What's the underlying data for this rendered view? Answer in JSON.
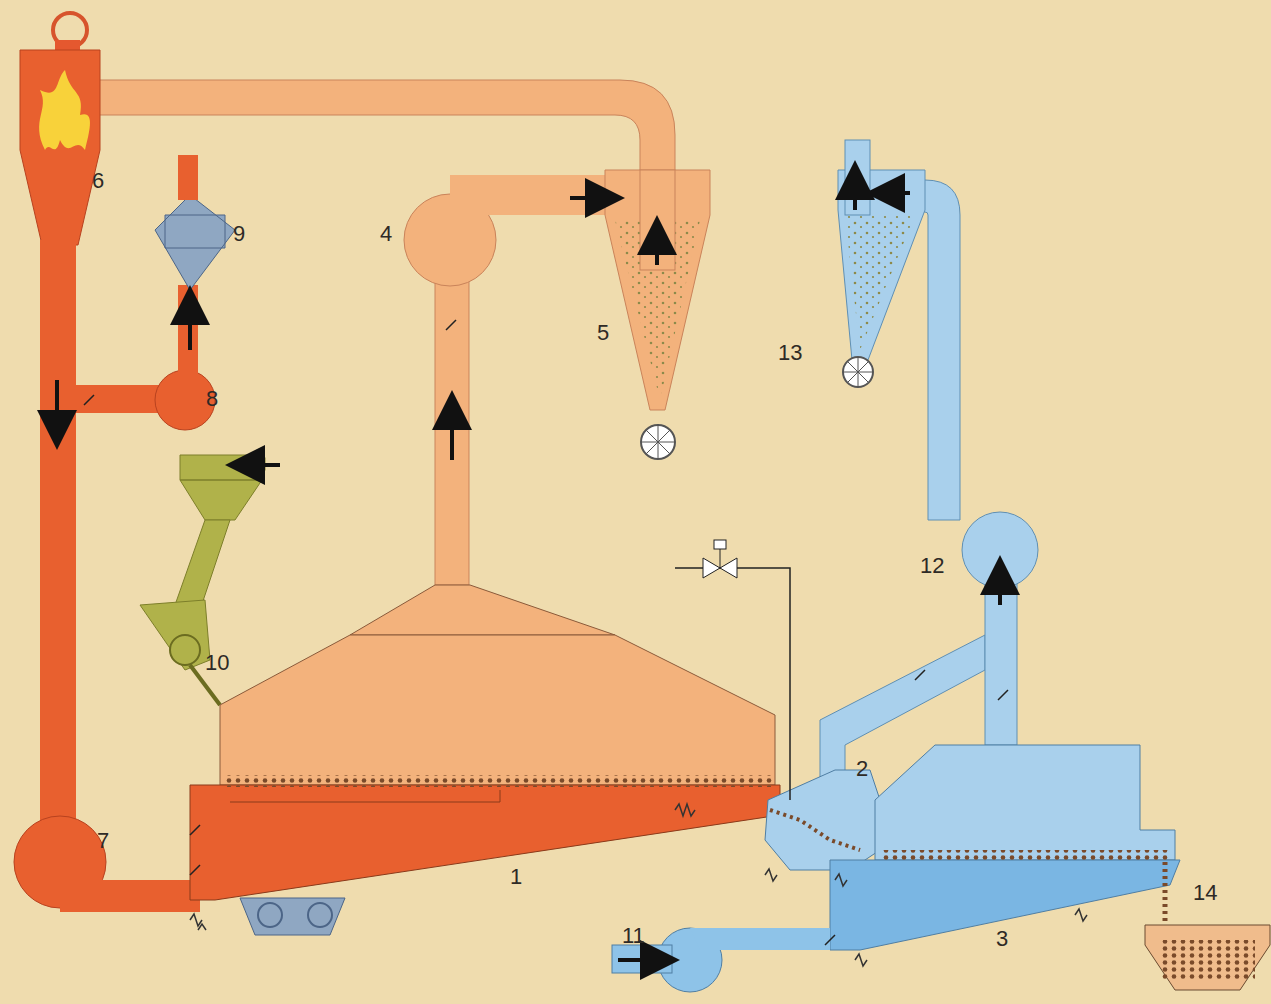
{
  "diagram": {
    "labels": [
      "6",
      "9",
      "4",
      "5",
      "13",
      "8",
      "10",
      "12",
      "2",
      "7",
      "1",
      "11",
      "3",
      "14"
    ]
  }
}
